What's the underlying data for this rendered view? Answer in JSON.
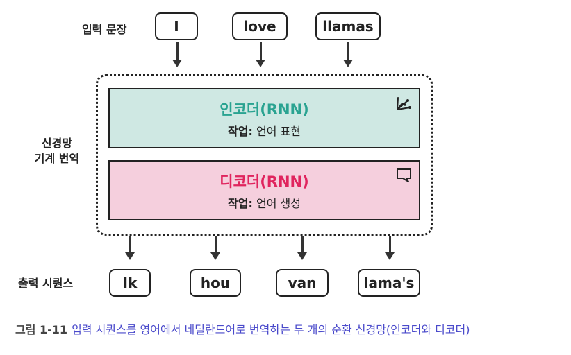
{
  "labels": {
    "input_sentence": "입력 문장",
    "nmt_line1": "신경망",
    "nmt_line2": "기계 번역",
    "output_sequence": "출력 시퀀스"
  },
  "input_tokens": [
    "I",
    "love",
    "llamas"
  ],
  "encoder": {
    "title": "인코더(RNN)",
    "task_label": "작업:",
    "task_value": "언어 표현",
    "color": "#cfe8e3",
    "title_color": "#2aa391",
    "icon": "network-nodes-icon"
  },
  "decoder": {
    "title": "디코더(RNN)",
    "task_label": "작업:",
    "task_value": "언어 생성",
    "color": "#f5cfdd",
    "title_color": "#e0245e",
    "icon": "speech-bubble-icon"
  },
  "output_tokens": [
    "Ik",
    "hou",
    "van",
    "lama's"
  ],
  "caption": {
    "figure": "그림 1-11",
    "text": "입력 시퀀스를 영어에서 네덜란드어로 번역하는 두 개의 순환 신경망(인코더와 디코더)"
  }
}
